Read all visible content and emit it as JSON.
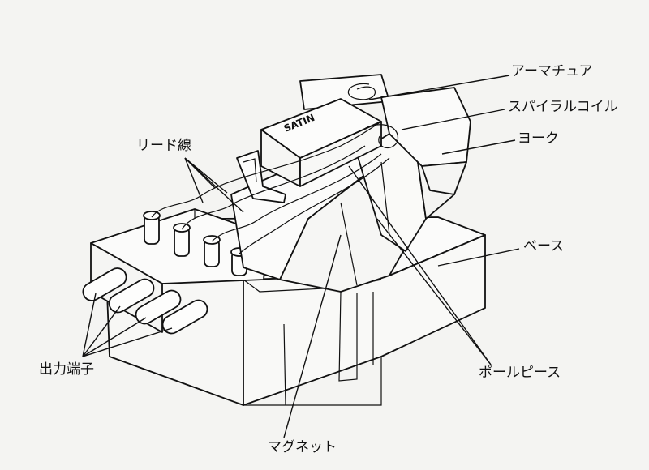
{
  "labels": {
    "armature": "アーマチュア",
    "spiral_coil": "スパイラルコイル",
    "yoke": "ヨーク",
    "lead_wire": "リード線",
    "base": "ベース",
    "output_terminal": "出力端子",
    "pole_piece": "ポールピース",
    "magnet": "マグネット"
  },
  "brand": "SATIN",
  "colors": {
    "ink": "#111111",
    "paper": "#f4f4f2"
  }
}
